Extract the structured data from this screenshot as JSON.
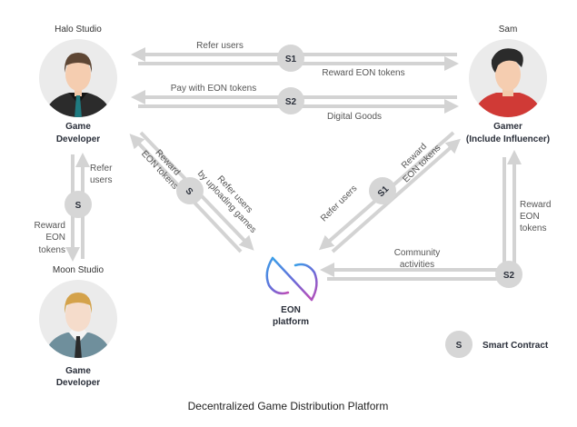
{
  "title": "Decentralized Game Distribution Platform",
  "actors": {
    "halo": {
      "name": "Halo Studio",
      "role_line1": "Game",
      "role_line2": "Developer"
    },
    "sam": {
      "name": "Sam",
      "role_line1": "Gamer",
      "role_line2": "(Include Influencer)"
    },
    "moon": {
      "name": "Moon Studio",
      "role_line1": "Game",
      "role_line2": "Developer"
    },
    "eon": {
      "role_line1": "EON",
      "role_line2": "platform"
    }
  },
  "contracts": {
    "top_s1": "S1",
    "top_s2": "S2",
    "left_s": "S",
    "diag_s": "S",
    "diag_s1": "S1",
    "right_s2": "S2"
  },
  "flows": {
    "s1_left": "Refer users",
    "s1_right": "Reward EON tokens",
    "s2_left": "Pay with EON tokens",
    "s2_right": "Digital Goods",
    "left_up_1": "Refer",
    "left_up_2": "users",
    "left_down_1": "Reward",
    "left_down_2": "EON",
    "left_down_3": "tokens",
    "diag_s_up_1": "Reward",
    "diag_s_up_2": "EON tokens",
    "diag_s_down_1": "Refer users",
    "diag_s_down_2": "by uploading games",
    "diag_s1_down": "Refer users",
    "diag_s1_up_1": "Reward",
    "diag_s1_up_2": "EON tokens",
    "right_up_1": "Reward",
    "right_up_2": "EON",
    "right_up_3": "tokens",
    "community_1": "Community",
    "community_2": "activities"
  },
  "legend": {
    "symbol": "S",
    "label": "Smart Contract"
  },
  "colors": {
    "arrow": "#d3d3d3",
    "node": "#d6d6d6",
    "halo_suit": "#2b2b2b",
    "halo_tie": "#1f7a80",
    "sam_shirt": "#d03a36",
    "moon_suit": "#6f8f9c",
    "eon_gradient_start": "#3aa0e8",
    "eon_gradient_end": "#c04bb5"
  }
}
